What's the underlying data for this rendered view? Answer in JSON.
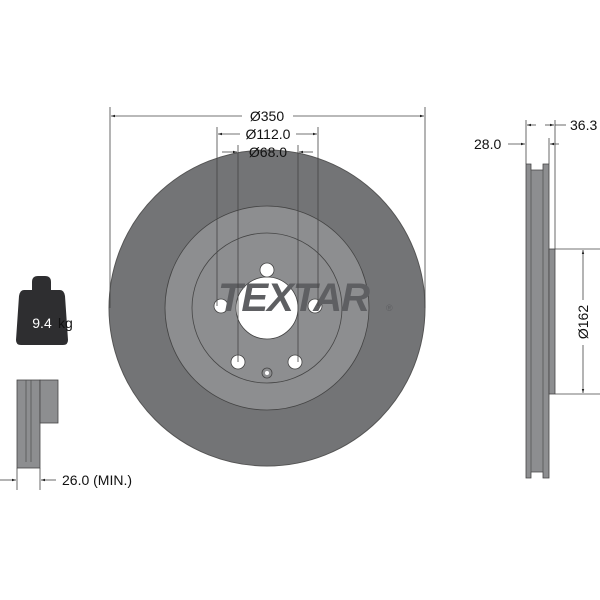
{
  "brand": {
    "logo_text": "TEXTAR",
    "registered_mark": "®"
  },
  "dimensions": {
    "outer_diameter": "Ø350",
    "bolt_circle": "Ø112.0",
    "center_bore": "Ø68.0",
    "hat_diameter": "Ø162",
    "thickness": "28.0",
    "total_height": "36.3",
    "min_thickness": "26.0 (MIN.)"
  },
  "weight": {
    "value": "9.4",
    "unit": "kg"
  },
  "colors": {
    "disc_outer": "#737476",
    "disc_inner": "#8d8e90",
    "line": "#333333",
    "background": "#ffffff"
  }
}
